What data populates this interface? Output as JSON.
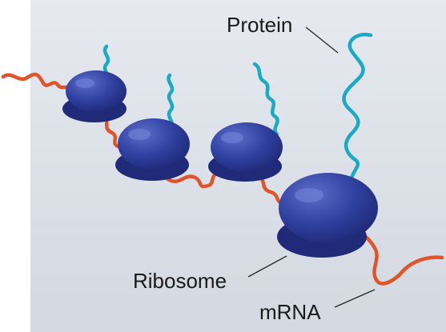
{
  "labels": {
    "protein": "Protein",
    "ribosome": "Ribosome",
    "mrna": "mRNA"
  },
  "colors": {
    "background": "#dfe3ea",
    "ribosome": "#2f3f9e",
    "ribosome_dark": "#1f2a78",
    "ribosome_highlight": "#6d7fd6",
    "mrna": "#e0542b",
    "protein": "#1ca9c4",
    "leader_line": "#2b2b2b"
  }
}
